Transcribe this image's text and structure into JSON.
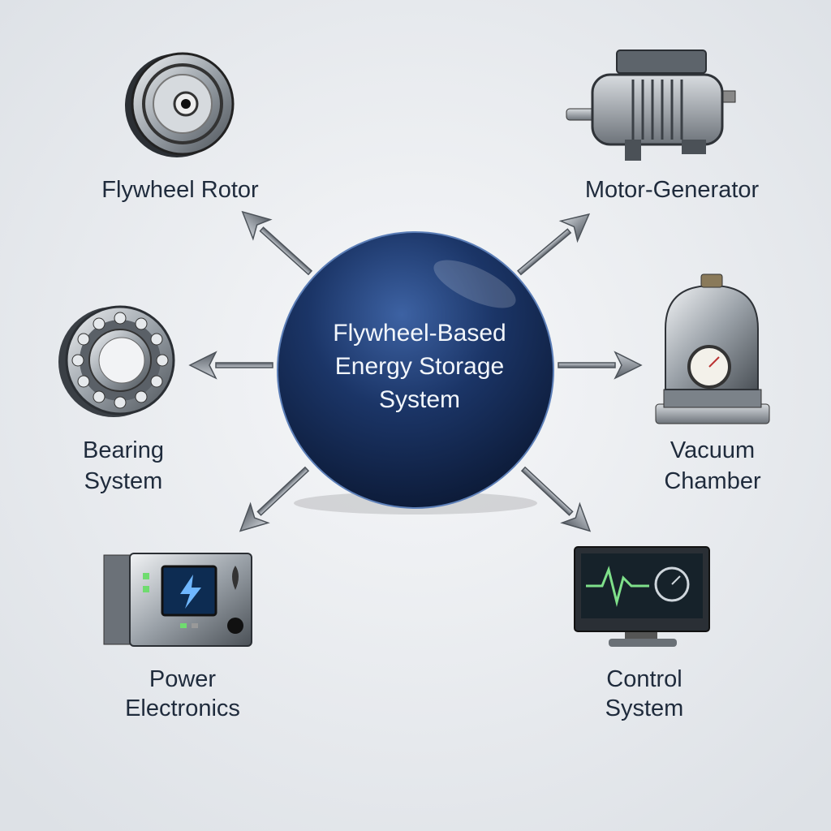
{
  "center": {
    "lines": [
      "Flywheel-Based",
      "Energy Storage",
      "System"
    ],
    "color": "#1a3566"
  },
  "components": {
    "rotor": {
      "lines": [
        "Flywheel Rotor"
      ],
      "icon": "flywheel-rotor-icon"
    },
    "motor": {
      "lines": [
        "Motor-Generator"
      ],
      "icon": "motor-generator-icon"
    },
    "bearing": {
      "lines": [
        "Bearing",
        "System"
      ],
      "icon": "ball-bearing-icon"
    },
    "vacuum": {
      "lines": [
        "Vacuum",
        "Chamber"
      ],
      "icon": "vacuum-chamber-icon"
    },
    "power": {
      "lines": [
        "Power",
        "Electronics"
      ],
      "icon": "power-electronics-icon"
    },
    "control": {
      "lines": [
        "Control",
        "System"
      ],
      "icon": "control-monitor-icon"
    }
  },
  "colors": {
    "text": "#1f2b3c",
    "background": "#e9ecef",
    "accent_green": "#7fe08a",
    "accent_blue": "#2a7fd4"
  }
}
